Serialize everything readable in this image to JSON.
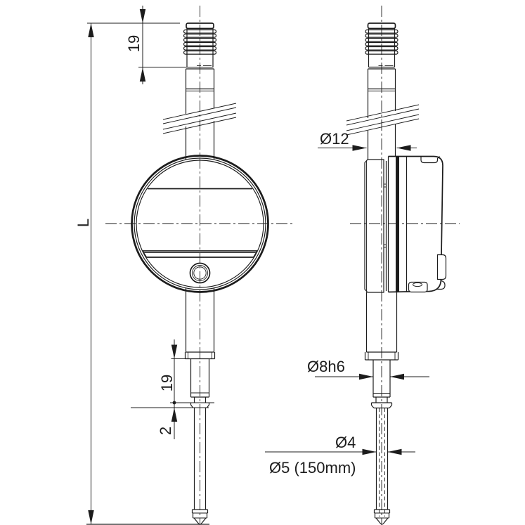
{
  "colors": {
    "background": "#ffffff",
    "line": "#1c1c1c"
  },
  "dimensions": {
    "thread_length_top": "19",
    "overall_length": "L",
    "stem_diameter": "Ø12",
    "sleeve_length": "19",
    "collar_height": "2",
    "sleeve_diameter": "Ø8h6",
    "tip_diameter": "Ø4",
    "long_spindle_diameter": "Ø5 (150mm)"
  }
}
